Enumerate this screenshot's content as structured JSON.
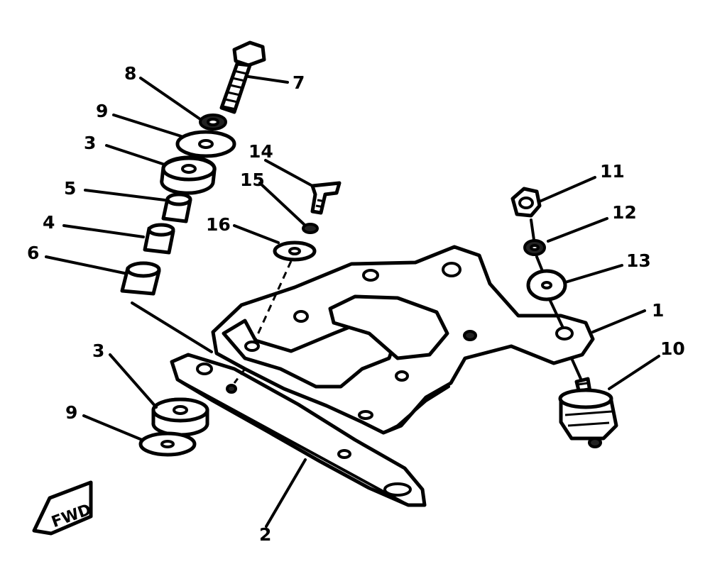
{
  "diagram": {
    "callouts": {
      "c1": "1",
      "c2": "2",
      "c3a": "3",
      "c3b": "3",
      "c4": "4",
      "c5": "5",
      "c6": "6",
      "c7": "7",
      "c8": "8",
      "c9a": "9",
      "c9b": "9",
      "c10": "10",
      "c11": "11",
      "c12": "12",
      "c13": "13",
      "c14": "14",
      "c15": "15",
      "c16": "16"
    },
    "fwd_label": "FWD"
  }
}
